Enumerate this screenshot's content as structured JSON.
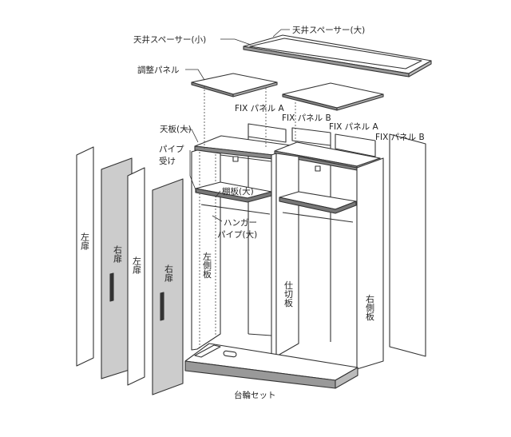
{
  "labels": {
    "tenjou_large": "天井スペーサー(大)",
    "tenjou_small": "天井スペーサー(小)",
    "chousei": "調整パネル",
    "fix_a1": "FIX パネル A",
    "fix_b1": "FIX パネル B",
    "fix_a2": "FIX パネル A",
    "fix_b2": "FIX パネル B",
    "tenita": "天板(大)",
    "pipe_uke_1": "パイプ",
    "pipe_uke_2": "受け",
    "tanaita": "棚板(大)",
    "hanger_1": "ハンガー",
    "hanger_2": "パイプ(大)",
    "left_door_1": "左扉",
    "right_door_1": "右扉",
    "left_door_2": "左扉",
    "right_door_2": "右扉",
    "left_side": "左側板",
    "partition": "仕切板",
    "right_side": "右側板",
    "base": "台輪セット"
  }
}
